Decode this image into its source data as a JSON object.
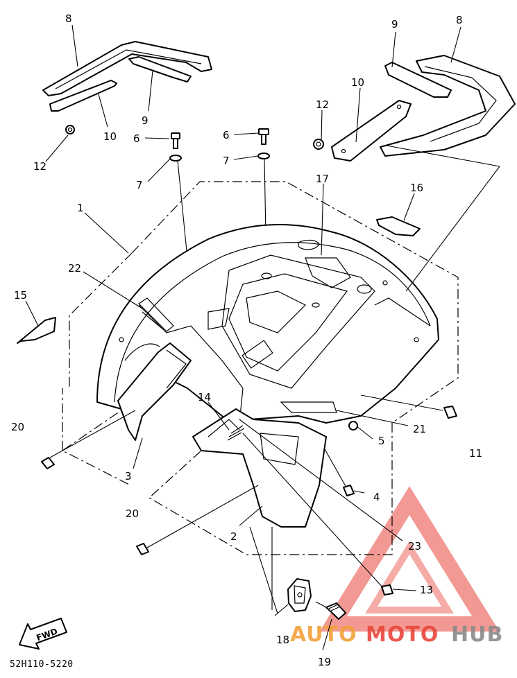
{
  "diagram_code": "52H110-5220",
  "fwd_label": "FWD",
  "watermark": {
    "part_a": "AUTO",
    "part_b": "MOTO",
    "part_c": "HUB"
  },
  "colors": {
    "line": "#000000",
    "watermark_red": "#e8463c",
    "watermark_orange": "#f2a23a",
    "watermark_gray": "#8a8a8a"
  },
  "callouts": [
    {
      "id": "c8a",
      "text": "8"
    },
    {
      "id": "c9a",
      "text": "9"
    },
    {
      "id": "c10a",
      "text": "10"
    },
    {
      "id": "c12a",
      "text": "12"
    },
    {
      "id": "c6a",
      "text": "6"
    },
    {
      "id": "c7a",
      "text": "7"
    },
    {
      "id": "c6b",
      "text": "6"
    },
    {
      "id": "c7b",
      "text": "7"
    },
    {
      "id": "c9b",
      "text": "9"
    },
    {
      "id": "c8b",
      "text": "8"
    },
    {
      "id": "c10b",
      "text": "10"
    },
    {
      "id": "c12b",
      "text": "12"
    },
    {
      "id": "c17",
      "text": "17"
    },
    {
      "id": "c16",
      "text": "16"
    },
    {
      "id": "c1",
      "text": "1"
    },
    {
      "id": "c22",
      "text": "22"
    },
    {
      "id": "c15",
      "text": "15"
    },
    {
      "id": "c14",
      "text": "14"
    },
    {
      "id": "c20a",
      "text": "20"
    },
    {
      "id": "c3",
      "text": "3"
    },
    {
      "id": "c11",
      "text": "11"
    },
    {
      "id": "c21",
      "text": "21"
    },
    {
      "id": "c5",
      "text": "5"
    },
    {
      "id": "c4",
      "text": "4"
    },
    {
      "id": "c20b",
      "text": "20"
    },
    {
      "id": "c2",
      "text": "2"
    },
    {
      "id": "c23",
      "text": "23"
    },
    {
      "id": "c13",
      "text": "13"
    },
    {
      "id": "c18",
      "text": "18"
    },
    {
      "id": "c19",
      "text": "19"
    }
  ]
}
